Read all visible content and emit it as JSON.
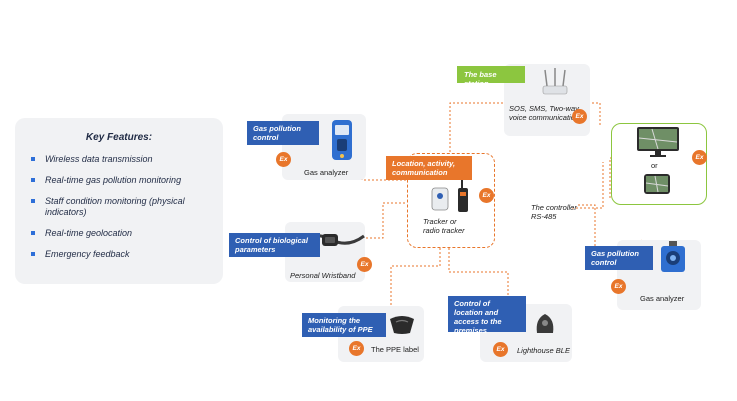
{
  "features": {
    "title": "Key Features:",
    "items": [
      "Wireless data transmission",
      "Real-time gas pollution monitoring",
      "Staff condition monitoring (physical indicators)",
      "Real-time geolocation",
      "Emergency feedback"
    ]
  },
  "nodes": {
    "gas_left": {
      "label": "Gas pollution control",
      "caption": "Gas analyzer",
      "badge": "Ex"
    },
    "wristband": {
      "label": "Control of biological parameters",
      "caption": "Personal Wristband",
      "badge": "Ex"
    },
    "tracker": {
      "label": "Location, activity, communication",
      "caption": "Tracker or radio tracker",
      "badge": "Ex"
    },
    "base": {
      "label": "The base station",
      "caption": "SOS, SMS, Two-way voice communication",
      "badge": "Ex"
    },
    "display": {
      "caption": "or",
      "badge": "Ex"
    },
    "controller": {
      "caption": "The controller RS-485"
    },
    "gas_right": {
      "label": "Gas pollution control",
      "caption": "Gas analyzer",
      "badge": "Ex"
    },
    "ppe": {
      "label": "Monitoring the availability of PPE",
      "caption": "The PPE label",
      "badge": "Ex"
    },
    "lighthouse": {
      "label": "Control of location and access to the premises",
      "caption": "Lighthouse BLE",
      "badge": "Ex"
    }
  },
  "colors": {
    "blue": "#2f5fb3",
    "orange": "#e8762b",
    "green": "#8cc63f",
    "panel": "#f1f2f4"
  }
}
